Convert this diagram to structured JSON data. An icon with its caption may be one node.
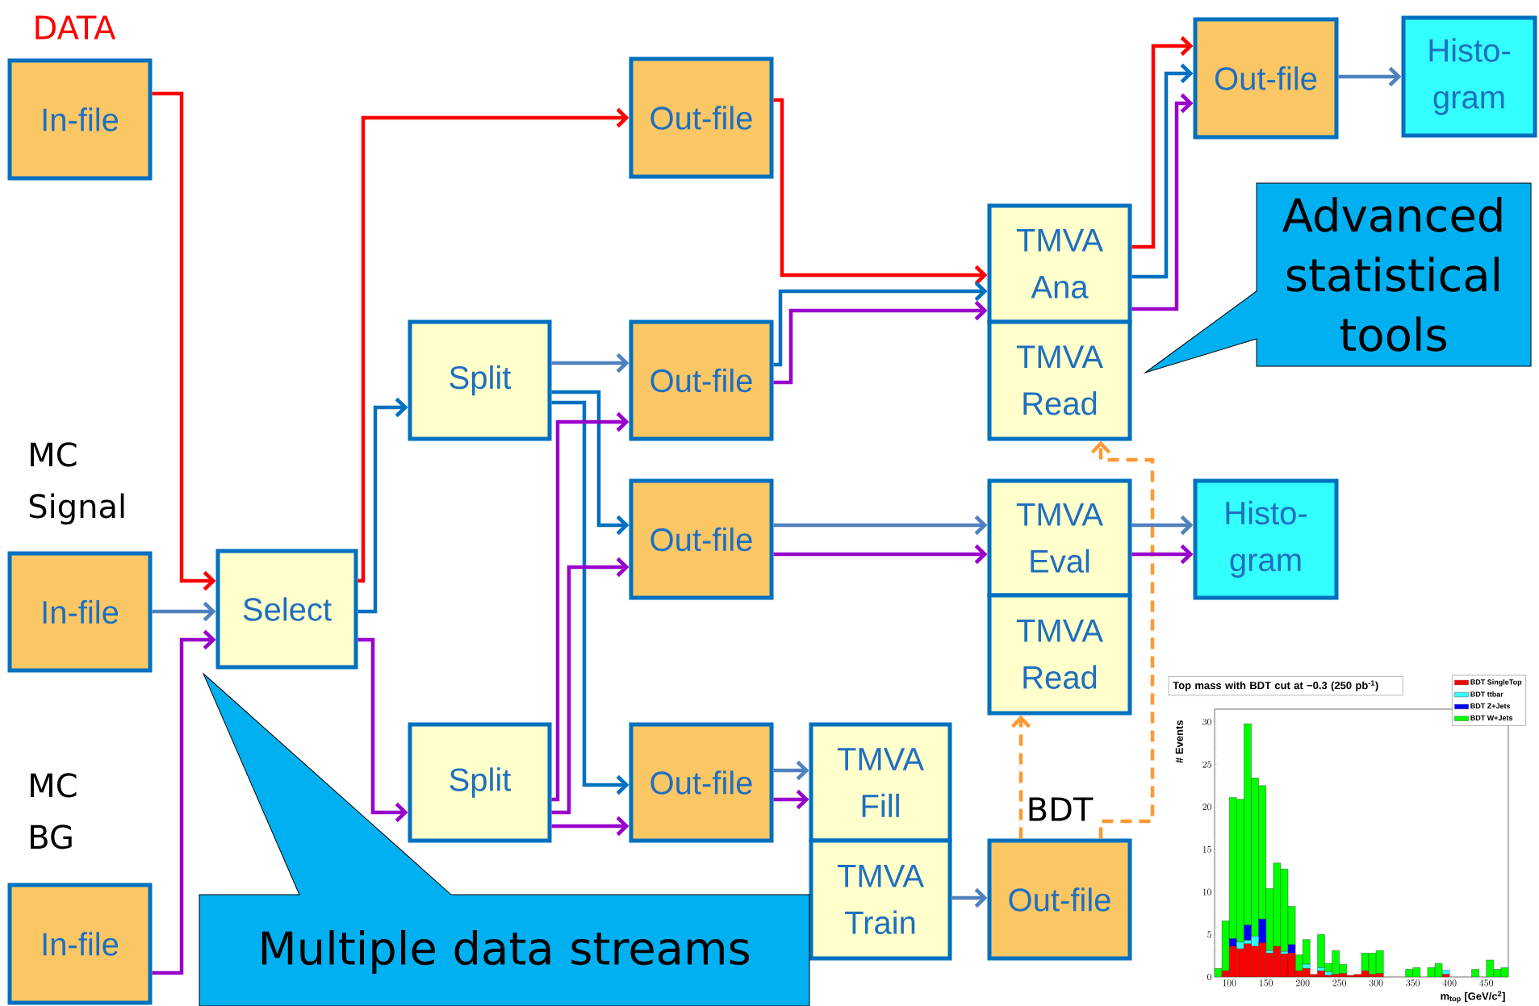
{
  "diagram": {
    "nodes": [
      {
        "text": [
          "In-file"
        ],
        "beside": [
          "DATA"
        ]
      },
      {
        "text": [
          "Out-file"
        ]
      },
      {
        "text": [
          "Out-file"
        ]
      },
      {
        "text": [
          "Histo-gram"
        ]
      },
      {
        "text": [
          "TMVA Ana"
        ]
      },
      {
        "text": [
          "Advanced statistical tools"
        ]
      },
      {
        "text": [
          "Split"
        ]
      },
      {
        "text": [
          "Out-file"
        ]
      },
      {
        "text": [
          "TMVA Read"
        ]
      },
      {
        "text": [
          "In-file"
        ],
        "beside": [
          "MC Signal"
        ]
      },
      {
        "text": [
          "Select"
        ]
      },
      {
        "text": [
          "Out-file"
        ]
      },
      {
        "text": [
          "TMVA Eval"
        ]
      },
      {
        "text": [
          "Histo-gram"
        ]
      },
      {
        "text": [
          "TMVA Read"
        ]
      },
      {
        "text": [
          "Split"
        ]
      },
      {
        "text": [
          "Out-file"
        ]
      },
      {
        "text": [
          "TMVA Fill"
        ]
      },
      {
        "text": [
          "In-file"
        ],
        "beside": [
          "MC BG"
        ]
      },
      {
        "text": [
          "TMVA Train"
        ]
      },
      {
        "text": [
          "Out-file"
        ],
        "beside": [
          "BDT"
        ]
      },
      {
        "text": [
          "Multiple data streams"
        ]
      }
    ],
    "edges": [
      {
        "from": 0,
        "to": 10,
        "arrow": "to",
        "color": "#ff0000"
      },
      {
        "from": 9,
        "to": 10,
        "arrow": "to",
        "color": "#4f81bd"
      },
      {
        "from": 18,
        "to": 10,
        "arrow": "to"
      },
      {
        "from": 10,
        "to": 1,
        "arrow": "to",
        "color": "#ff0000"
      },
      {
        "from": 10,
        "to": 6,
        "arrow": "to",
        "color": "#0070c0"
      },
      {
        "from": 10,
        "to": 15,
        "arrow": "to"
      },
      {
        "from": 6,
        "to": 7,
        "arrow": "to",
        "color": "#4f81bd"
      },
      {
        "from": 6,
        "to": 11,
        "arrow": "to",
        "color": "#0070c0"
      },
      {
        "from": 6,
        "to": 16,
        "arrow": "to",
        "color": "#0070c0"
      },
      {
        "from": 15,
        "to": 7,
        "arrow": "to"
      },
      {
        "from": 15,
        "to": 11,
        "arrow": "to"
      },
      {
        "from": 15,
        "to": 16,
        "arrow": "to"
      },
      {
        "from": 1,
        "to": 4,
        "arrow": "to",
        "color": "#ff0000"
      },
      {
        "from": 7,
        "to": 4,
        "arrow": "to",
        "color": "#0070c0"
      },
      {
        "from": 7,
        "to": 4,
        "arrow": "to"
      },
      {
        "from": 11,
        "to": 12,
        "arrow": "to",
        "color": "#4f81bd"
      },
      {
        "from": 11,
        "to": 12,
        "arrow": "to"
      },
      {
        "from": 16,
        "to": 17,
        "arrow": "to",
        "color": "#4f81bd"
      },
      {
        "from": 16,
        "to": 17,
        "arrow": "to"
      },
      {
        "from": 19,
        "to": 20,
        "arrow": "to",
        "color": "#4f81bd"
      },
      {
        "from": 20,
        "to": 14,
        "arrow": "to",
        "style": "dashed",
        "color": "#ff9933"
      },
      {
        "from": 20,
        "to": 8,
        "arrow": "to",
        "style": "dashed",
        "color": "#ff9933"
      },
      {
        "from": 4,
        "to": 2,
        "arrow": "to",
        "color": "#ff0000"
      },
      {
        "from": 4,
        "to": 2,
        "arrow": "to",
        "color": "#0070c0"
      },
      {
        "from": 4,
        "to": 2,
        "arrow": "to"
      },
      {
        "from": 2,
        "to": 3,
        "arrow": "to",
        "color": "#4f81bd"
      },
      {
        "from": 12,
        "to": 13,
        "arrow": "to",
        "color": "#4f81bd"
      },
      {
        "from": 12,
        "to": 13,
        "arrow": "to"
      }
    ],
    "chart_data": {
      "type": "bar",
      "stacked": true,
      "title": "Top mass with BDT cut at −0.3 (250 pb$^{-1}$)",
      "xlabel": "m$_{top}$ [GeV/c$^{2}$]",
      "ylabel": "# Events",
      "x": [
        85,
        95,
        105,
        115,
        125,
        135,
        145,
        155,
        165,
        175,
        185,
        195,
        205,
        215,
        225,
        235,
        245,
        255,
        265,
        275,
        285,
        295,
        305,
        315,
        325,
        335,
        345,
        355,
        365,
        375,
        385,
        395,
        405,
        415,
        425,
        435,
        445,
        455,
        465,
        475
      ],
      "series": [
        {
          "name": "BDT SingleTop",
          "color": "#ff0000",
          "values": [
            0,
            0.7,
            3.6,
            3.3,
            3.9,
            3.6,
            4.0,
            2.8,
            3.6,
            2.7,
            2.8,
            0.7,
            1.0,
            0.3,
            0.7,
            0.2,
            0.3,
            0.4,
            0.2,
            0.3,
            0.7,
            0.3,
            0.4,
            0,
            0,
            0,
            0,
            0,
            0,
            0,
            0,
            0.3,
            0,
            0,
            0,
            0,
            0,
            0,
            0,
            0
          ]
        },
        {
          "name": "BDT ttbar",
          "color": "#33ffff",
          "values": [
            0,
            0,
            0,
            0.8,
            0.4,
            1.2,
            0,
            0.3,
            0,
            0.3,
            0,
            0,
            0.5,
            0,
            0.4,
            0.4,
            0,
            0,
            0,
            0,
            0,
            0,
            0,
            0,
            0,
            0,
            0,
            0,
            0,
            0,
            0,
            0.5,
            0,
            0,
            0,
            0,
            0,
            0,
            0,
            0
          ]
        },
        {
          "name": "BDT Z+Jets",
          "color": "#0000ff",
          "values": [
            0,
            0,
            0.9,
            0,
            1.8,
            0,
            2.8,
            0,
            0,
            0,
            1.0,
            0,
            0,
            0,
            0,
            0,
            0,
            0,
            0,
            0,
            0,
            0,
            0,
            0,
            0,
            0,
            0,
            0,
            0,
            0,
            0,
            0,
            0,
            0,
            0,
            0,
            0,
            0,
            0,
            0
          ]
        },
        {
          "name": "BDT W+Jets",
          "color": "#00ff00",
          "values": [
            1.0,
            5.9,
            16.6,
            16.8,
            23.7,
            18.6,
            15.7,
            7.3,
            9.8,
            9.7,
            4.5,
            1.9,
            2.9,
            0,
            3.9,
            1.0,
            2.8,
            1.1,
            0,
            0,
            2.1,
            2.5,
            2.7,
            0,
            0,
            0,
            0.9,
            1.1,
            0,
            1.1,
            1.6,
            0,
            0,
            0,
            0,
            0.9,
            0,
            2.0,
            0.9,
            1.1
          ]
        }
      ],
      "xlim": [
        80,
        480
      ],
      "ylim": [
        0,
        31.5
      ],
      "xticks": [
        100,
        150,
        200,
        250,
        300,
        350,
        400,
        450
      ],
      "yticks": [
        0,
        5,
        10,
        15,
        20,
        25,
        30
      ],
      "legend": "top right"
    }
  }
}
